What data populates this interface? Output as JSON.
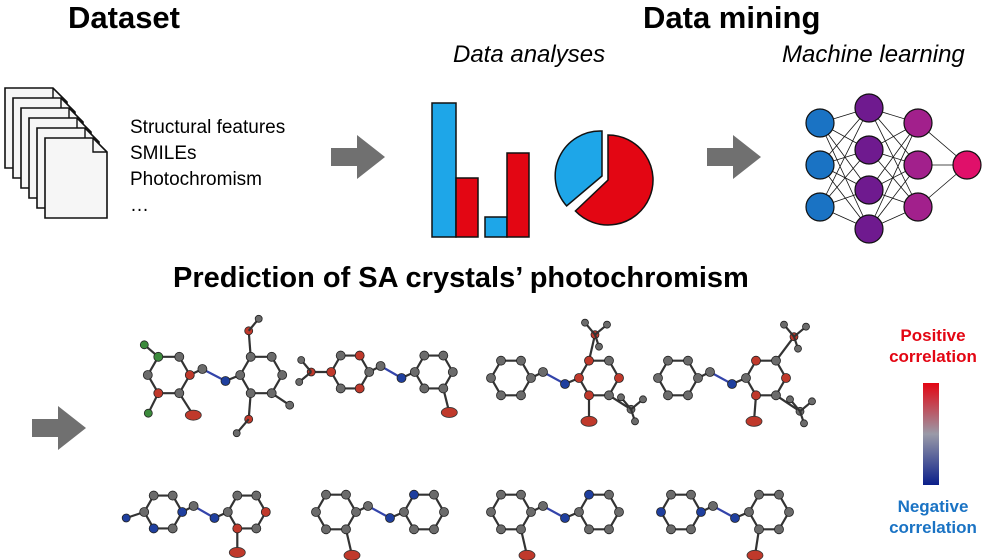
{
  "headings": {
    "dataset": "Dataset",
    "data_mining": "Data mining",
    "data_analyses": "Data analyses",
    "machine_learning": "Machine learning",
    "prediction": "Prediction of SA crystals’ photochromism"
  },
  "features": [
    "Structural features",
    "SMILEs",
    "Photochromism",
    "…"
  ],
  "legend": {
    "positive_line1": "Positive",
    "positive_line2": "correlation",
    "negative_line1": "Negative",
    "negative_line2": "correlation"
  },
  "colors": {
    "blue": "#1ea6e8",
    "red": "#e30613",
    "arrow": "#707070",
    "node_blue": "#1a73c4",
    "node_purple": "#6f1a8f",
    "node_magenta": "#a2208c",
    "node_pink": "#e0106a",
    "positive_text": "#e30613",
    "negative_text": "#1a73c4",
    "atom_gray": "#6b6b6b",
    "atom_red": "#c0392b",
    "atom_green": "#3c8a3c",
    "atom_blue": "#1f3f9e"
  },
  "icons": {
    "documents": "document-stack-icon",
    "arrow": "right-arrow-icon"
  }
}
